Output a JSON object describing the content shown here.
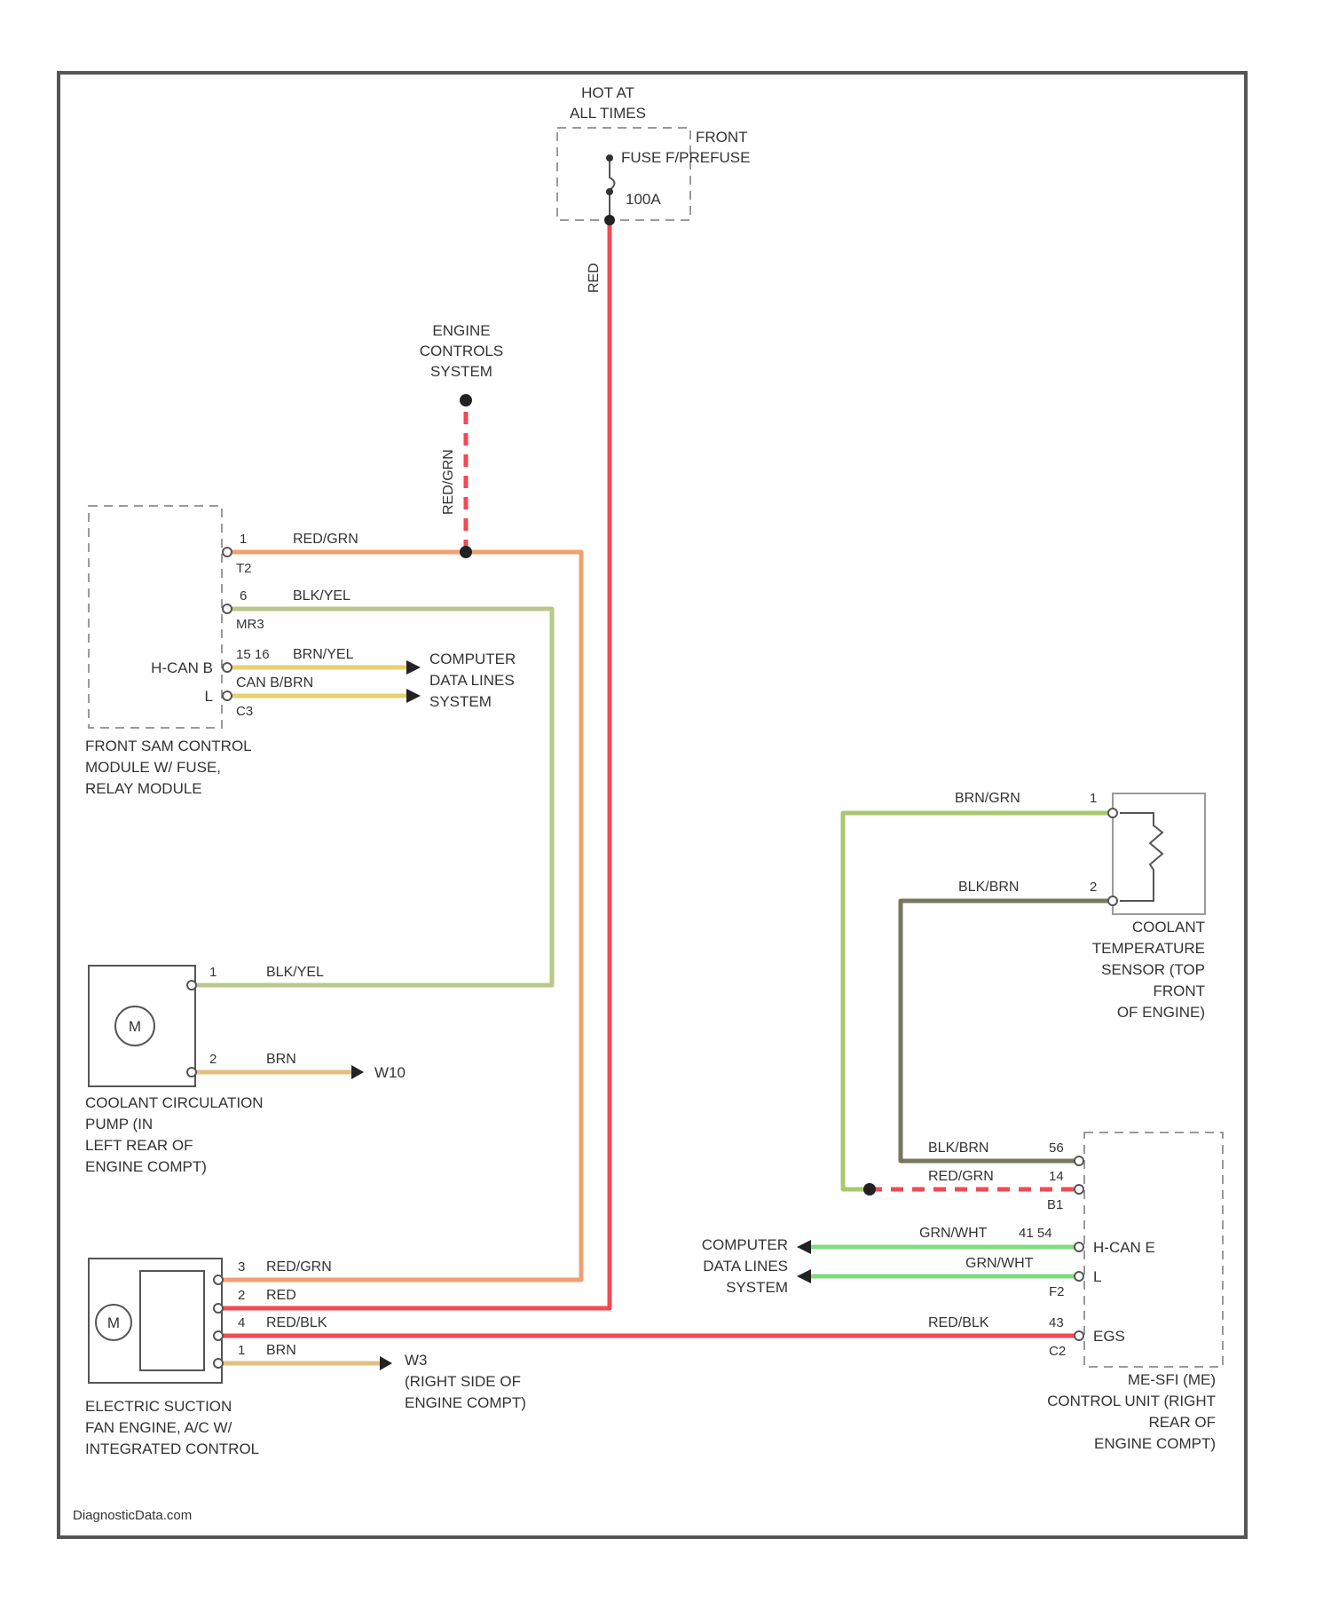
{
  "colors": {
    "red": "#f04a55",
    "red_grn": "#f0a070",
    "blk_yel": "#b8c88a",
    "brn_yel": "#e6d070",
    "brn": "#e2c080",
    "brn_grn": "#a8c870",
    "blk_brn": "#777760",
    "grn": "#7fdc7f"
  },
  "top_fuse": {
    "hot_label_1": "HOT AT",
    "hot_label_2": "ALL TIMES",
    "fuse_label_1": "FRONT",
    "fuse_label_2": "FUSE F/PREFUSE",
    "rating": "100A",
    "wire": "RED"
  },
  "engine_controls": {
    "line_1": "ENGINE",
    "line_2": "CONTROLS",
    "line_3": "SYSTEM",
    "wire": "RED/GRN"
  },
  "sam_module": {
    "pin_1": "1",
    "conn_1": "T2",
    "wire_1": "RED/GRN",
    "pin_2": "6",
    "conn_2": "MR3",
    "wire_2": "BLK/YEL",
    "pins_3": "15 16",
    "wire_3": "BRN/YEL",
    "can_h": "H-CAN B",
    "can_l": "L",
    "wire_4": "CAN B/BRN",
    "conn_4": "C3",
    "caption_1": "FRONT SAM CONTROL",
    "caption_2": "MODULE W/ FUSE,",
    "caption_3": "RELAY MODULE"
  },
  "computer_data_lines_1": {
    "line_1": "COMPUTER",
    "line_2": "DATA LINES",
    "line_3": "SYSTEM"
  },
  "coolant_pump": {
    "pin_1": "1",
    "wire_1": "BLK/YEL",
    "pin_2": "2",
    "wire_2": "BRN",
    "ground": "W10",
    "motor": "M",
    "caption_1": "COOLANT CIRCULATION",
    "caption_2": "PUMP (IN",
    "caption_3": "LEFT REAR OF",
    "caption_4": "ENGINE COMPT)"
  },
  "fan": {
    "pin_1": "3",
    "wire_1": "RED/GRN",
    "pin_2": "2",
    "wire_2": "RED",
    "pin_3": "4",
    "wire_3": "RED/BLK",
    "pin_4": "1",
    "wire_4": "BRN",
    "ground": "W3",
    "ground_1": "(RIGHT SIDE OF",
    "ground_2": "ENGINE COMPT)",
    "motor": "M",
    "caption_1": "ELECTRIC SUCTION",
    "caption_2": "FAN ENGINE, A/C W/",
    "caption_3": "INTEGRATED CONTROL"
  },
  "coolant_sensor": {
    "pin_1": "1",
    "wire_1": "BRN/GRN",
    "pin_2": "2",
    "wire_2": "BLK/BRN",
    "caption_1": "COOLANT",
    "caption_2": "TEMPERATURE",
    "caption_3": "SENSOR (TOP",
    "caption_4": "FRONT",
    "caption_5": "OF ENGINE)"
  },
  "me_unit": {
    "pin_a": "56",
    "wire_a": "BLK/BRN",
    "pin_b": "14",
    "wire_b": "RED/GRN",
    "conn_b": "B1",
    "pins_c": "41 54",
    "wire_c": "GRN/WHT",
    "can_h": "H-CAN E",
    "wire_d": "GRN/WHT",
    "can_l": "L",
    "conn_d": "F2",
    "pin_e": "43",
    "wire_e": "RED/BLK",
    "e_label": "EGS",
    "conn_e": "C2",
    "caption_1": "ME-SFI (ME)",
    "caption_2": "CONTROL UNIT (RIGHT",
    "caption_3": "REAR OF",
    "caption_4": "ENGINE COMPT)"
  },
  "computer_data_lines_2": {
    "line_1": "COMPUTER",
    "line_2": "DATA LINES",
    "line_3": "SYSTEM"
  },
  "footer": "DiagnosticData.com"
}
